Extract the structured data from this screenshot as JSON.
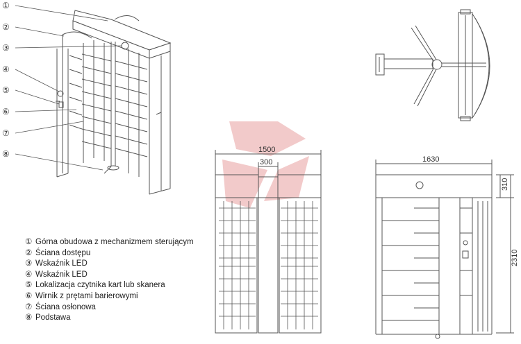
{
  "callout_markers": [
    "①",
    "②",
    "③",
    "④",
    "⑤",
    "⑥",
    "⑦",
    "⑧"
  ],
  "legend": [
    {
      "marker": "①",
      "text": "Górna obudowa z mechanizmem sterującym"
    },
    {
      "marker": "②",
      "text": "Ściana dostępu"
    },
    {
      "marker": "③",
      "text": "Wskaźnik LED"
    },
    {
      "marker": "④",
      "text": "Wskaźnik LED"
    },
    {
      "marker": "⑤",
      "text": "Lokalizacja czytnika kart lub skanera"
    },
    {
      "marker": "⑥",
      "text": "Wirnik z prętami barierowymi"
    },
    {
      "marker": "⑦",
      "text": "Ściana osłonowa"
    },
    {
      "marker": "⑧",
      "text": "Podstawa"
    }
  ],
  "dimensions": {
    "front_width": "1500",
    "front_passage": "300",
    "side_width": "1630",
    "side_top_height": "310",
    "side_total_height": "2310"
  },
  "colors": {
    "line": "#555555",
    "watermark": "#e8a0a0"
  }
}
